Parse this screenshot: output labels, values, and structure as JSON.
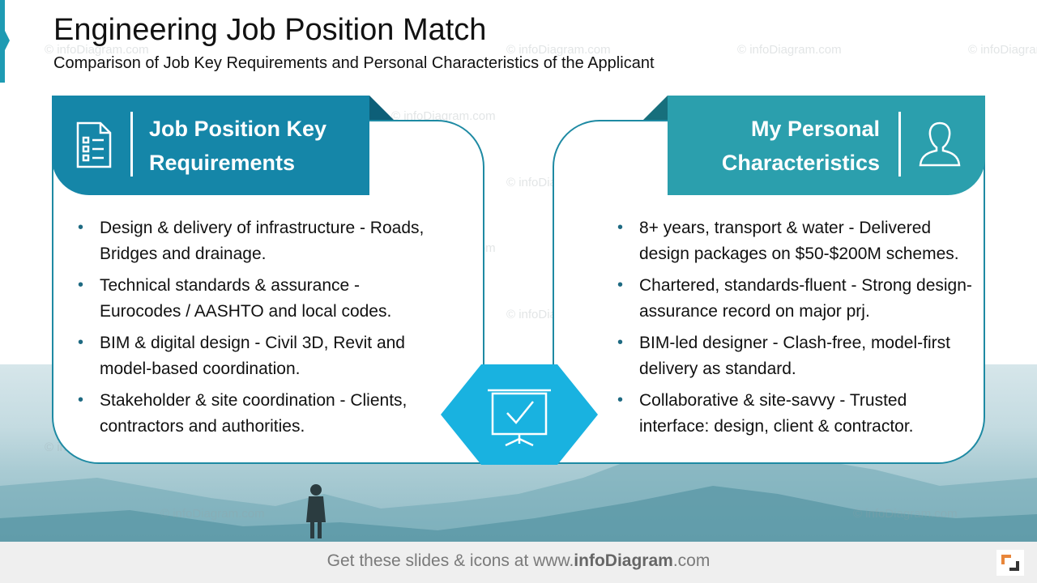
{
  "header": {
    "title": "Engineering Job Position Match",
    "subtitle": "Comparison of Job Key Requirements and Personal Characteristics of the Applicant"
  },
  "watermark": "© infoDiagram.com",
  "left_card": {
    "title_line1": "Job Position Key",
    "title_line2": "Requirements",
    "icon": "checklist-icon",
    "items": [
      "Design & delivery of infrastructure - Roads, Bridges and drainage.",
      "Technical standards & assurance - Eurocodes / AASHTO and local codes.",
      "BIM & digital design - Civil 3D, Revit and model-based coordination.",
      "Stakeholder & site coordination - Clients, contractors and authorities."
    ]
  },
  "right_card": {
    "title_line1": "My Personal",
    "title_line2": "Characteristics",
    "icon": "person-icon",
    "items": [
      "8+ years, transport & water - Delivered design packages on $50-$200M schemes.",
      "Chartered, standards-fluent - Strong design-assurance record on major prj.",
      "BIM-led designer - Clash-free, model-first delivery as standard.",
      "Collaborative & site-savvy - Trusted interface: design, client & contractor."
    ]
  },
  "center_icon": "presentation-check-icon",
  "footer": {
    "text_prefix": "Get these slides & icons at www.",
    "text_brand": "infoDiagram",
    "text_suffix": ".com"
  },
  "colors": {
    "left_header": "#1586a8",
    "right_header": "#2b9fad",
    "hexagon": "#19b2e0",
    "card_border": "#1e8aa3"
  }
}
